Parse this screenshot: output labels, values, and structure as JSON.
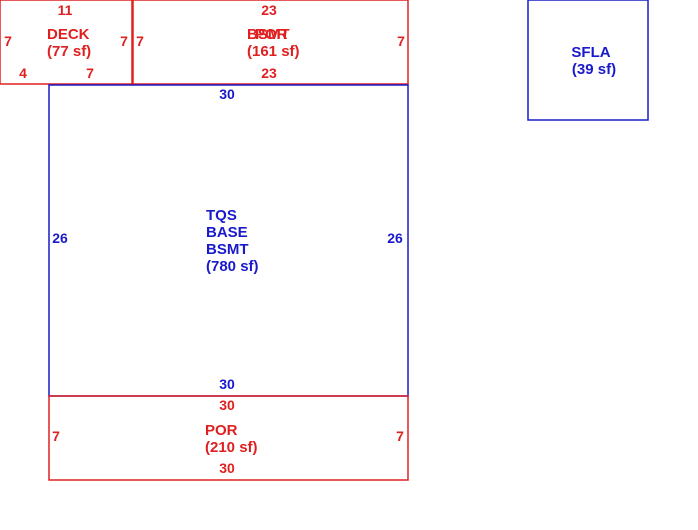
{
  "colors": {
    "red": "#e02020",
    "blue": "#1a1acc",
    "background": "#ffffff"
  },
  "areas": {
    "deck": {
      "name": "DECK",
      "area": "(77 sf)",
      "dims": {
        "top": "11",
        "left": "7",
        "right": "7",
        "bottom_left": "4",
        "bottom_right": "7"
      }
    },
    "bsmt_porch": {
      "name_a": "BSMT",
      "name_b": "POR",
      "area": "(161 sf)",
      "dims": {
        "top": "23",
        "left": "7",
        "right": "7",
        "bottom": "23"
      }
    },
    "base": {
      "name_line1": "TQS",
      "name_line2": "BASE",
      "name_line3": "BSMT",
      "area": "(780 sf)",
      "dims": {
        "top": "30",
        "left": "26",
        "right": "26",
        "bottom": "30"
      }
    },
    "porch": {
      "name": "POR",
      "area": "(210 sf)",
      "dims": {
        "top": "30",
        "left": "7",
        "right": "7",
        "bottom": "30"
      }
    },
    "sfla": {
      "name": "SFLA",
      "area": "(39 sf)"
    }
  }
}
